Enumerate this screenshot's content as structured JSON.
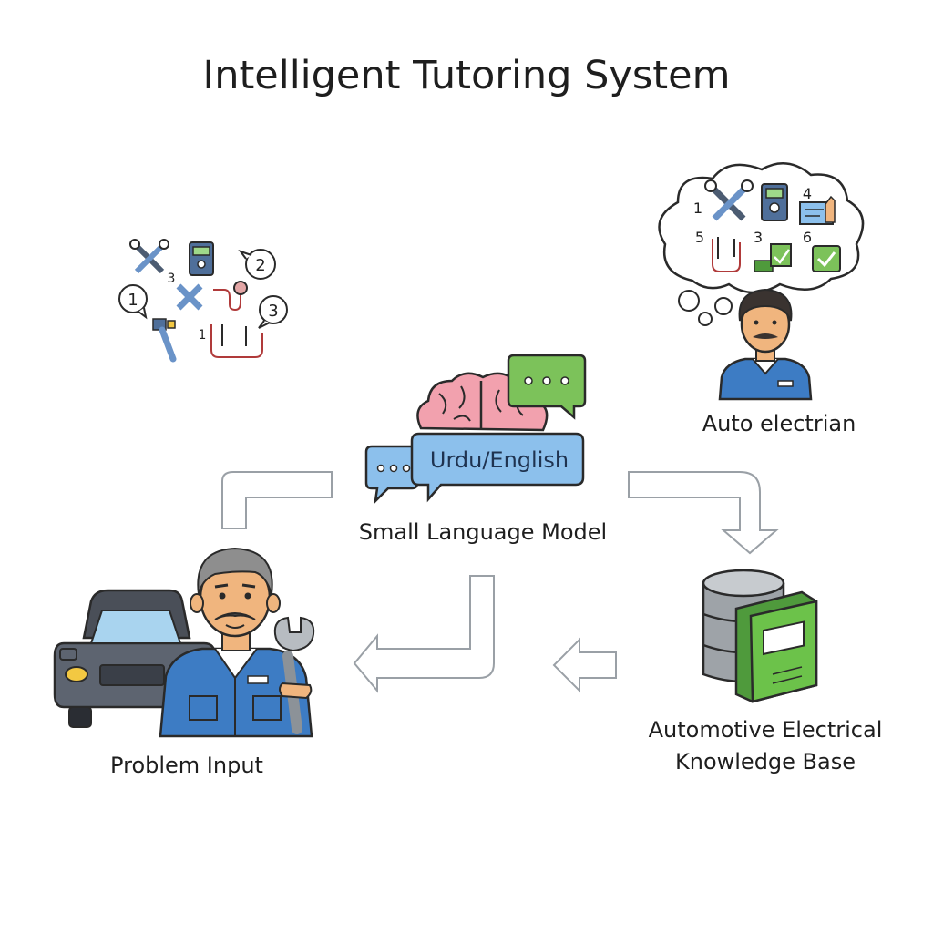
{
  "title": "Intelligent Tutoring System",
  "nodes": {
    "slm": {
      "label": "Small Language Model",
      "bubble": "Urdu/English"
    },
    "auto_electrian": {
      "label": "Auto electrian",
      "steps": [
        "1",
        "3",
        "4",
        "5",
        "6"
      ]
    },
    "knowledge_base": {
      "label_line1": "Automotive Electrical",
      "label_line2": "Knowledge Base"
    },
    "problem_input": {
      "label": "Problem Input"
    },
    "tools_cluster": {
      "numbers": [
        "1",
        "2",
        "3",
        "3",
        "1"
      ]
    }
  },
  "colors": {
    "brain": "#f2a1ae",
    "bubble_blue": "#8cc0ec",
    "bubble_green": "#7cc25a",
    "uniform": "#3d7cc4",
    "skin": "#f0b57e",
    "book": "#6cc24a",
    "db": "#9ea3a8",
    "car": "#4a4f58"
  },
  "icons": [
    "brain-icon",
    "chat-bubble-icon",
    "thought-cloud-icon",
    "database-icon",
    "book-icon",
    "wrench-icon",
    "multimeter-icon",
    "car-icon",
    "mechanic-icon",
    "electrician-icon",
    "arrow-icon"
  ]
}
